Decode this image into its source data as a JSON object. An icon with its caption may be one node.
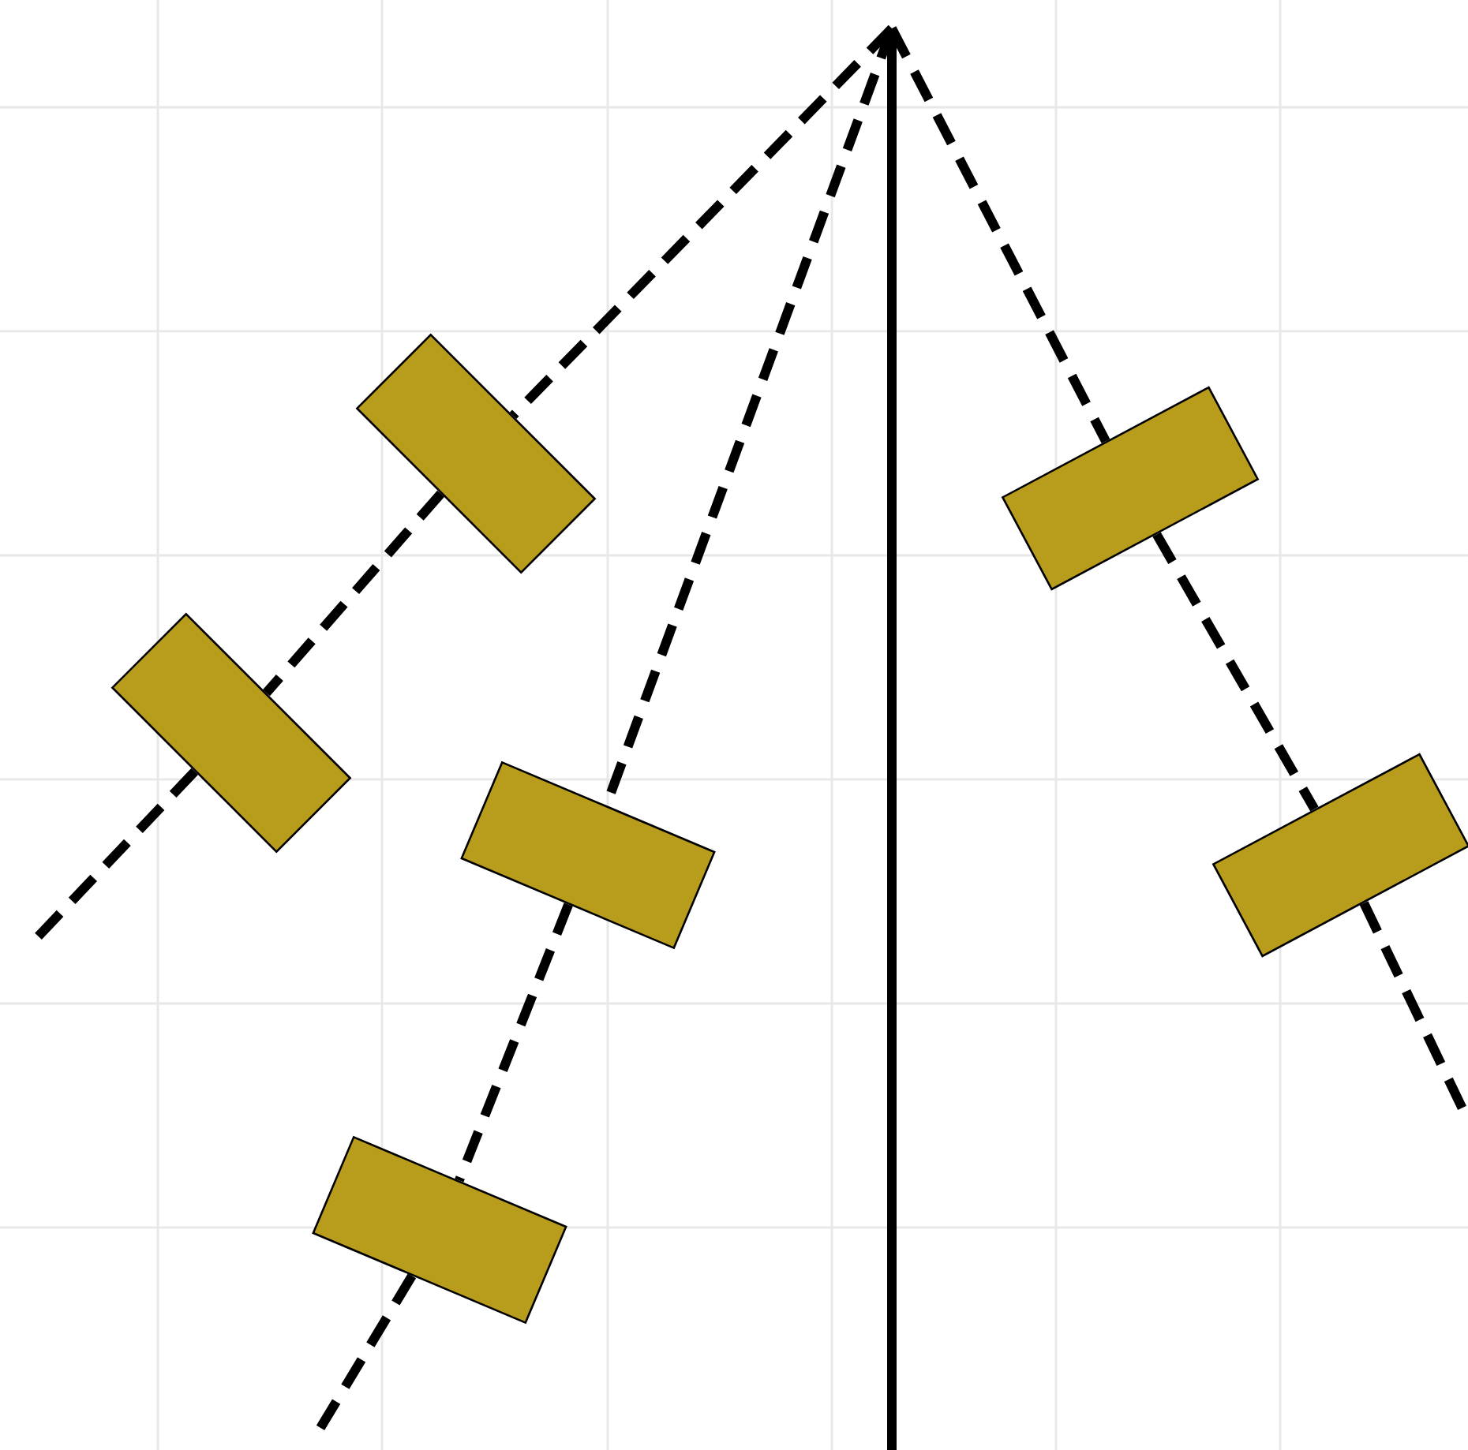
{
  "diagram": {
    "nodes": [
      {
        "text": [],
        "shape": "box"
      },
      {
        "text": [],
        "shape": "box"
      },
      {
        "text": [],
        "shape": "box"
      },
      {
        "text": [],
        "shape": "box"
      },
      {
        "text": [],
        "shape": "box"
      },
      {
        "text": [],
        "shape": "box"
      }
    ],
    "edges": [
      {
        "from": 0,
        "to": 2,
        "arrow": "none",
        "style": "dashed"
      },
      {
        "from": 3,
        "to": 5,
        "arrow": "none",
        "style": "dashed"
      },
      {
        "from": 1,
        "to": 4,
        "arrow": "none",
        "style": "dashed"
      },
      {
        "from": null,
        "to": 0,
        "arrow": "none",
        "style": "dashed"
      },
      {
        "from": 2,
        "to": null,
        "arrow": "none",
        "style": "dashed"
      },
      {
        "from": null,
        "to": 3,
        "arrow": "none",
        "style": "dashed"
      },
      {
        "from": 5,
        "to": null,
        "arrow": "none",
        "style": "dashed"
      },
      {
        "from": null,
        "to": 1,
        "arrow": "none",
        "style": "dashed"
      },
      {
        "from": 4,
        "to": null,
        "arrow": "none",
        "style": "dashed"
      }
    ]
  }
}
